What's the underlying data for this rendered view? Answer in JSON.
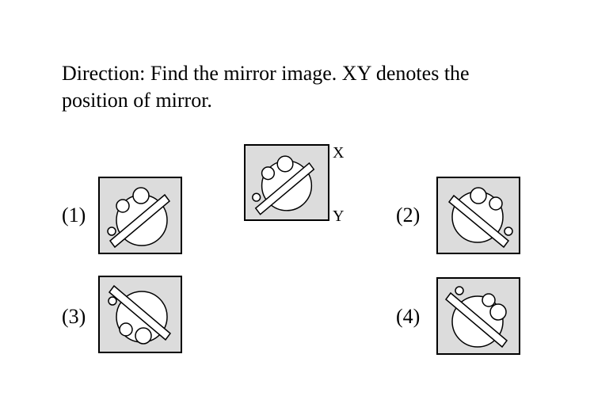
{
  "question": {
    "line1": "Direction: Find the mirror image. XY denotes the",
    "line2": "position of mirror."
  },
  "mirror": {
    "top_label": "X",
    "bottom_label": "Y"
  },
  "options": [
    {
      "label": "(1)"
    },
    {
      "label": "(2)"
    },
    {
      "label": "(3)"
    },
    {
      "label": "(4)"
    }
  ]
}
